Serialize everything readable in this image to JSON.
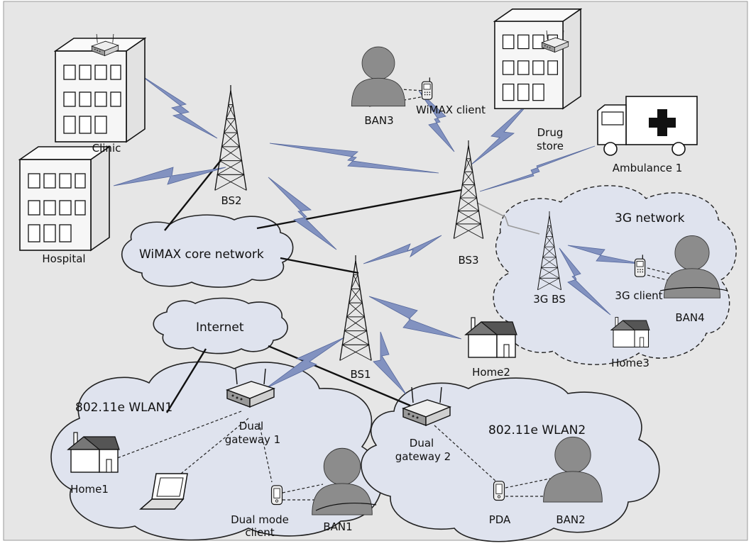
{
  "labels": {
    "clinic": "Clinic",
    "hospital": "Hospital",
    "bs2": "BS2",
    "ban3": "BAN3",
    "wimax_client": "WiMAX client",
    "drug_store_1": "Drug",
    "drug_store_2": "store",
    "ambulance": "Ambulance 1",
    "bs3": "BS3",
    "network_3g": "3G network",
    "bs_3g": "3G BS",
    "client_3g": "3G client",
    "ban4": "BAN4",
    "home3": "Home3",
    "wimax_core": "WiMAX core network",
    "internet": "Internet",
    "bs1": "BS1",
    "home2": "Home2",
    "wlan1": "802.11e WLAN1",
    "dual_gw1_1": "Dual",
    "dual_gw1_2": "gateway 1",
    "home1": "Home1",
    "dual_mode_1": "Dual mode",
    "dual_mode_2": "client",
    "ban1": "BAN1",
    "dual_gw2_1": "Dual",
    "dual_gw2_2": "gateway 2",
    "wlan2": "802.11e WLAN2",
    "pda": "PDA",
    "ban2": "BAN2"
  },
  "colors": {
    "background": "#e6e6e6",
    "cloud_fill": "#dfe3ee",
    "wireless_bolt": "#8292c0",
    "person": "#8c8c8c"
  }
}
